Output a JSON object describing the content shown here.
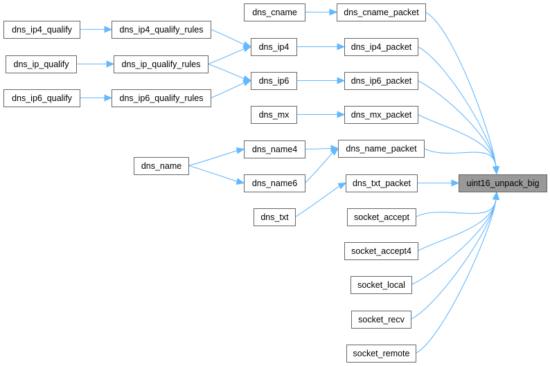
{
  "nodes": {
    "dns_cname": "dns_cname",
    "dns_cname_packet": "dns_cname_packet",
    "dns_ip4_qualify": "dns_ip4_qualify",
    "dns_ip4_qualify_rules": "dns_ip4_qualify_rules",
    "dns_ip4": "dns_ip4",
    "dns_ip4_packet": "dns_ip4_packet",
    "dns_ip_qualify": "dns_ip_qualify",
    "dns_ip_qualify_rules": "dns_ip_qualify_rules",
    "dns_ip6_qualify": "dns_ip6_qualify",
    "dns_ip6_qualify_rules": "dns_ip6_qualify_rules",
    "dns_ip6": "dns_ip6",
    "dns_ip6_packet": "dns_ip6_packet",
    "dns_mx": "dns_mx",
    "dns_mx_packet": "dns_mx_packet",
    "dns_name": "dns_name",
    "dns_name4": "dns_name4",
    "dns_name6": "dns_name6",
    "dns_name_packet": "dns_name_packet",
    "dns_txt": "dns_txt",
    "dns_txt_packet": "dns_txt_packet",
    "uint16_unpack_big": "uint16_unpack_big",
    "socket_accept": "socket_accept",
    "socket_accept4": "socket_accept4",
    "socket_local": "socket_local",
    "socket_recv": "socket_recv",
    "socket_remote": "socket_remote"
  },
  "highlighted_node": "uint16_unpack_big",
  "edges": [
    [
      "dns_cname",
      "dns_cname_packet"
    ],
    [
      "dns_ip4_qualify",
      "dns_ip4_qualify_rules"
    ],
    [
      "dns_ip4_qualify_rules",
      "dns_ip4"
    ],
    [
      "dns_ip_qualify",
      "dns_ip_qualify_rules"
    ],
    [
      "dns_ip_qualify_rules",
      "dns_ip4"
    ],
    [
      "dns_ip_qualify_rules",
      "dns_ip6"
    ],
    [
      "dns_ip6_qualify",
      "dns_ip6_qualify_rules"
    ],
    [
      "dns_ip6_qualify_rules",
      "dns_ip6"
    ],
    [
      "dns_ip4",
      "dns_ip4_packet"
    ],
    [
      "dns_ip6",
      "dns_ip6_packet"
    ],
    [
      "dns_mx",
      "dns_mx_packet"
    ],
    [
      "dns_name",
      "dns_name4"
    ],
    [
      "dns_name",
      "dns_name6"
    ],
    [
      "dns_name4",
      "dns_name_packet"
    ],
    [
      "dns_name6",
      "dns_name_packet"
    ],
    [
      "dns_txt",
      "dns_txt_packet"
    ],
    [
      "dns_cname_packet",
      "uint16_unpack_big"
    ],
    [
      "dns_ip4_packet",
      "uint16_unpack_big"
    ],
    [
      "dns_ip6_packet",
      "uint16_unpack_big"
    ],
    [
      "dns_mx_packet",
      "uint16_unpack_big"
    ],
    [
      "dns_name_packet",
      "uint16_unpack_big"
    ],
    [
      "dns_txt_packet",
      "uint16_unpack_big"
    ],
    [
      "socket_accept",
      "uint16_unpack_big"
    ],
    [
      "socket_accept4",
      "uint16_unpack_big"
    ],
    [
      "socket_local",
      "uint16_unpack_big"
    ],
    [
      "socket_recv",
      "uint16_unpack_big"
    ],
    [
      "socket_remote",
      "uint16_unpack_big"
    ]
  ],
  "colors": {
    "edge": "#63b8ff",
    "node_border": "#666666",
    "highlight_fill": "#999999"
  }
}
